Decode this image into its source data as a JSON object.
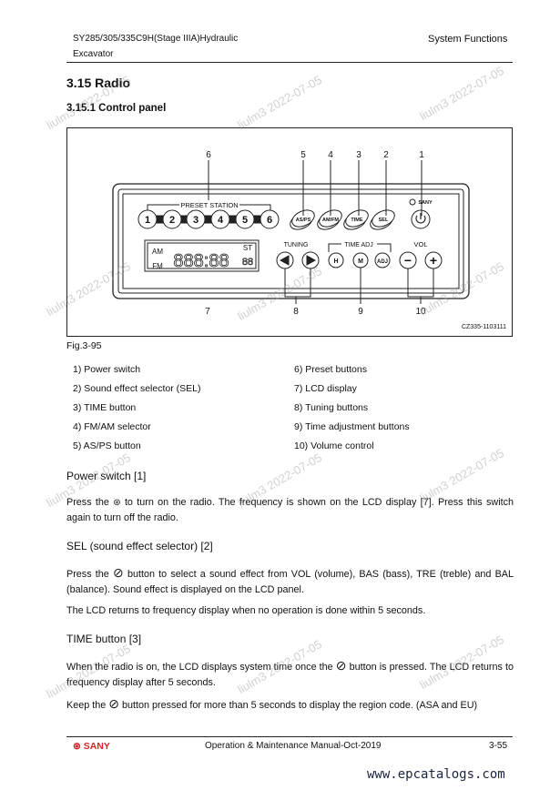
{
  "header": {
    "model_line1": "SY285/305/335C9H(Stage IIIA)Hydraulic",
    "model_line2": "Excavator",
    "section": "System Functions"
  },
  "title": "3.15 Radio",
  "subtitle": "3.15.1 Control panel",
  "figure": {
    "callouts_top": [
      "6",
      "5",
      "4",
      "3",
      "2",
      "1"
    ],
    "callouts_bottom": [
      "7",
      "8",
      "9",
      "10"
    ],
    "preset_label": "PRESET STATION",
    "presets": [
      "1",
      "2",
      "3",
      "4",
      "5",
      "6"
    ],
    "buttons": [
      "AS/PS",
      "AM/FM",
      "TIME",
      "SEL"
    ],
    "brand": "SANY",
    "lcd": {
      "am": "AM",
      "fm": "FM",
      "st": "ST",
      "digits": "888:88",
      "small": "88"
    },
    "tuning_label": "TUNING",
    "time_adj_label": "TIME ADJ",
    "time_adj_buttons": [
      "H",
      "M",
      "ADJ"
    ],
    "vol_label": "VOL",
    "vol_buttons": [
      "−",
      "+"
    ],
    "code": "CZ335-1103111",
    "caption": "Fig.3-95"
  },
  "legend": [
    "1) Power switch",
    "2) Sound effect selector (SEL)",
    "3) TIME button",
    "4) FM/AM selector",
    "5) AS/PS button",
    "6) Preset buttons",
    "7) LCD display",
    "8) Tuning buttons",
    "9) Time adjustment buttons",
    "10) Volume control"
  ],
  "sections": [
    {
      "heading": "Power switch [1]",
      "p1a": "Press the",
      "p1b": "to turn on the radio. The frequency is shown on the LCD display [7]. Press this switch again to turn off the radio."
    },
    {
      "heading": "SEL (sound effect selector) [2]",
      "p1a": "Press the",
      "p1b": "button to select a sound effect from VOL (volume), BAS (bass), TRE (treble) and BAL (balance). Sound effect is displayed on the LCD panel.",
      "p2": "The LCD returns to frequency display when no operation is done within 5 seconds."
    },
    {
      "heading": "TIME button [3]",
      "p1a": "When the radio is on, the LCD displays system time once the",
      "p1b": "button is pressed. The LCD returns to frequency display after 5 seconds.",
      "p2a": "Keep the",
      "p2b": "button pressed for more than 5 seconds to display the region code. (ASA and EU)"
    }
  ],
  "footer": {
    "brand": "SANY",
    "manual": "Operation & Maintenance Manual-Oct-2019",
    "page": "3-55",
    "website": "www.epcatalogs.com"
  },
  "watermark": "liulm3 2022-07-05",
  "colors": {
    "brand_red": "#d6252a",
    "website": "#1a2440"
  }
}
